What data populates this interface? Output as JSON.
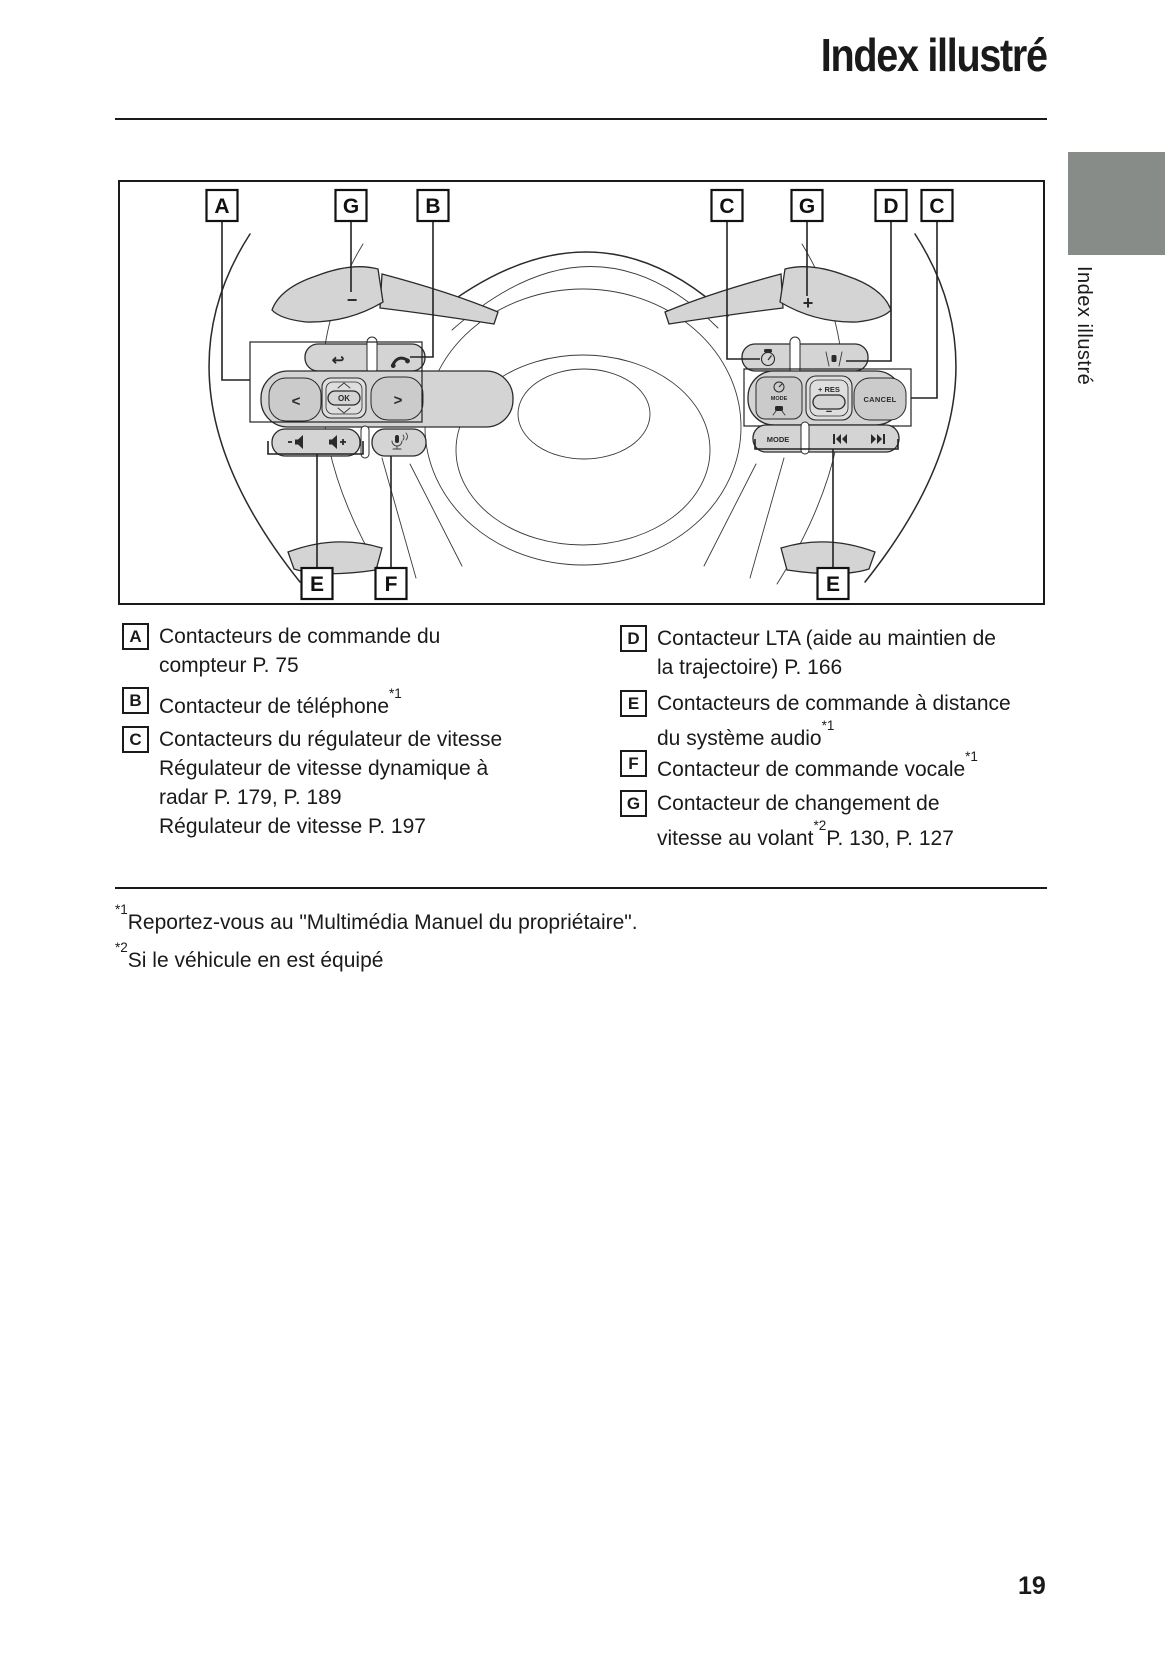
{
  "page": {
    "title": "Index illustré",
    "sidebar_tab_label": "Index illustré",
    "page_number": "19",
    "footnotes": [
      {
        "marker": "*1",
        "text": "Reportez-vous au \"Multimédia Manuel du propriétaire\"."
      },
      {
        "marker": "*2",
        "text": "Si le véhicule en est équipé"
      }
    ]
  },
  "legend": {
    "left": [
      {
        "letter": "A",
        "lines": [
          {
            "text": "Contacteurs de commande du"
          },
          {
            "text": "compteur P. 75"
          }
        ]
      },
      {
        "letter": "B",
        "lines": [
          {
            "text": "Contacteur de téléphone",
            "sup": "*1"
          }
        ]
      },
      {
        "letter": "C",
        "lines": [
          {
            "text": "Contacteurs du régulateur de vitesse"
          },
          {
            "text": "Régulateur de vitesse dynamique à"
          },
          {
            "text": "radar P. 179, P. 189"
          },
          {
            "text": "Régulateur de vitesse P. 197"
          }
        ]
      }
    ],
    "right": [
      {
        "letter": "D",
        "lines": [
          {
            "text": "Contacteur LTA (aide au maintien de"
          },
          {
            "text": "la trajectoire) P. 166"
          }
        ]
      },
      {
        "letter": "E",
        "lines": [
          {
            "text": "Contacteurs de commande à distance"
          },
          {
            "text": "du système audio",
            "sup": "*1"
          }
        ]
      },
      {
        "letter": "F",
        "lines": [
          {
            "text": "Contacteur de commande vocale",
            "sup": "*1"
          }
        ]
      },
      {
        "letter": "G",
        "lines": [
          {
            "text": "Contacteur de changement de"
          },
          {
            "text": "vitesse au volant",
            "sup": "*2",
            "post": "P. 130, P. 127"
          }
        ]
      }
    ]
  },
  "diagram": {
    "callouts": {
      "a": "A",
      "g_left": "G",
      "b": "B",
      "c_left": "C",
      "g_right": "G",
      "d": "D",
      "c_right": "C",
      "e_left": "E",
      "f": "F",
      "e_right": "E"
    },
    "buttons": {
      "back": "↩",
      "ok": "OK",
      "chevron_left": "<",
      "chevron_right": ">",
      "paddle_left": "−",
      "paddle_right": "+",
      "mode_cruise": "MODE",
      "res": "+ RES",
      "res_minus": "−",
      "cancel": "CANCEL",
      "mode_audio": "MODE"
    }
  },
  "colors": {
    "tab_gray": "#888c88",
    "ink": "#1a1a1a",
    "button_fill": "#d4d4d4"
  }
}
